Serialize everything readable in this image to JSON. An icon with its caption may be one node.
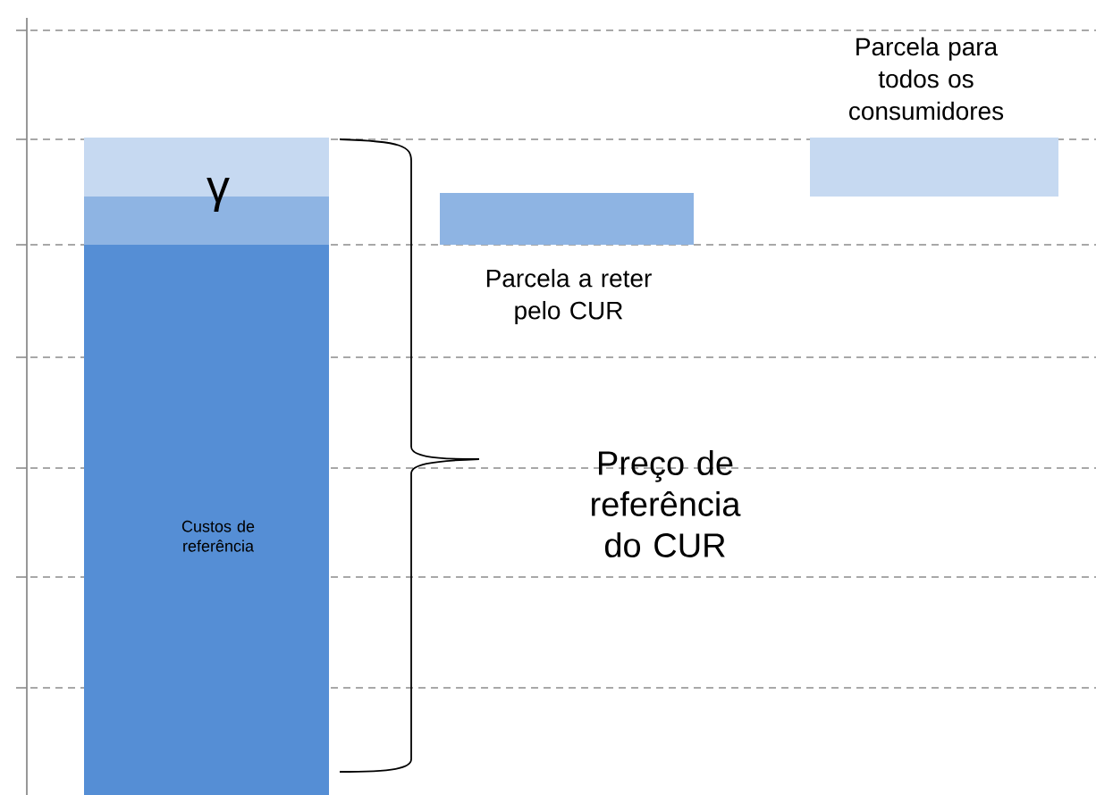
{
  "diagram": {
    "nodes": [
      {
        "text": [
          "Custos de referência"
        ]
      },
      {
        "text": [],
        "shape": "bar"
      },
      {
        "text": [
          "γ"
        ]
      },
      {
        "text": [],
        "shape": "bar",
        "beside": [
          "Parcela a reter pelo CUR"
        ]
      },
      {
        "text": [],
        "shape": "bar",
        "beside": [
          "Parcela para todos os consumidores"
        ]
      }
    ],
    "edges": [],
    "labels": [
      "Preço de referência do CUR"
    ]
  }
}
